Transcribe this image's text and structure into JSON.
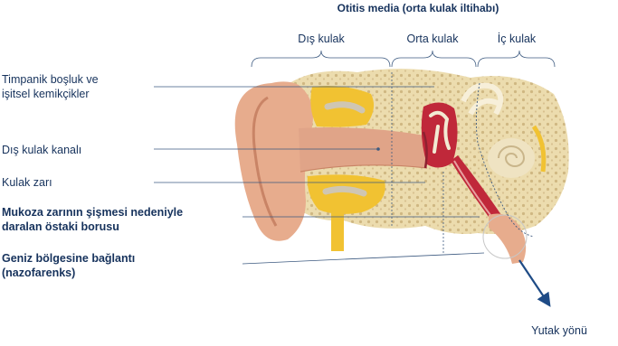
{
  "title": "Otitis media (orta kulak iltihabı)",
  "sections": {
    "outer": "Dış kulak",
    "middle": "Orta kulak",
    "inner": "İç kulak"
  },
  "labels": {
    "tympanic": [
      "Timpanik boşluk ve",
      "işitsel kemikçikler"
    ],
    "canal": "Dış kulak kanalı",
    "eardrum": "Kulak zarı",
    "tube": [
      "Mukoza zarının şişmesi nedeniyle",
      "daralan östaki borusu"
    ],
    "nasopharynx": [
      "Geniz bölgesine bağlantı",
      "(nazofarenks)"
    ],
    "throat": "Yutak yönü"
  },
  "colors": {
    "text": "#16325c",
    "skin": "#e7ac8d",
    "skin_shadow": "#c98466",
    "bone": "#e9d7a8",
    "bone_dot": "#cdb57f",
    "fat": "#f1c232",
    "inflamed": "#c0283a",
    "arrow": "#1e4b86"
  }
}
